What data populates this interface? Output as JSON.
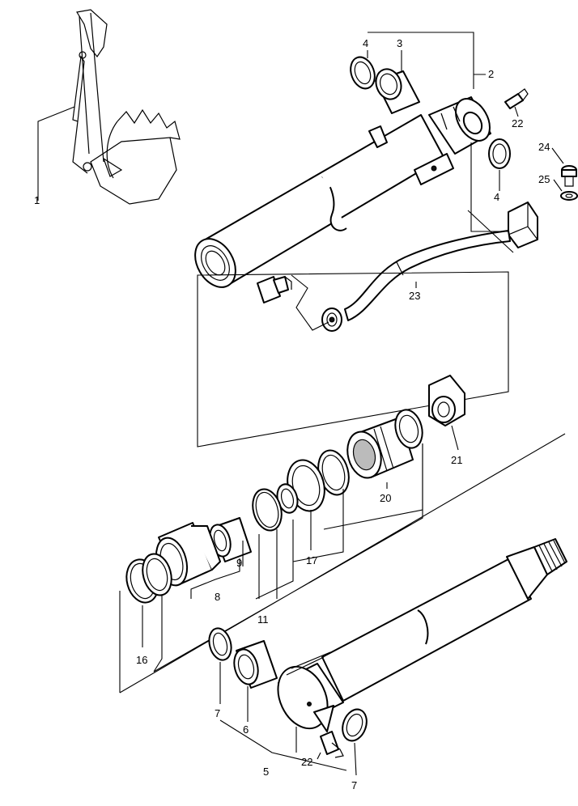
{
  "labels": {
    "l1": "1",
    "l2": "2",
    "l3": "3",
    "l4a": "4",
    "l4b": "4",
    "l5": "5",
    "l6": "6",
    "l7a": "7",
    "l7b": "7",
    "l8": "8",
    "l9": "9",
    "l11": "11",
    "l16": "16",
    "l17": "17",
    "l20": "20",
    "l21": "21",
    "l22a": "22",
    "l22b": "22",
    "l23": "23",
    "l24": "24",
    "l25": "25"
  }
}
